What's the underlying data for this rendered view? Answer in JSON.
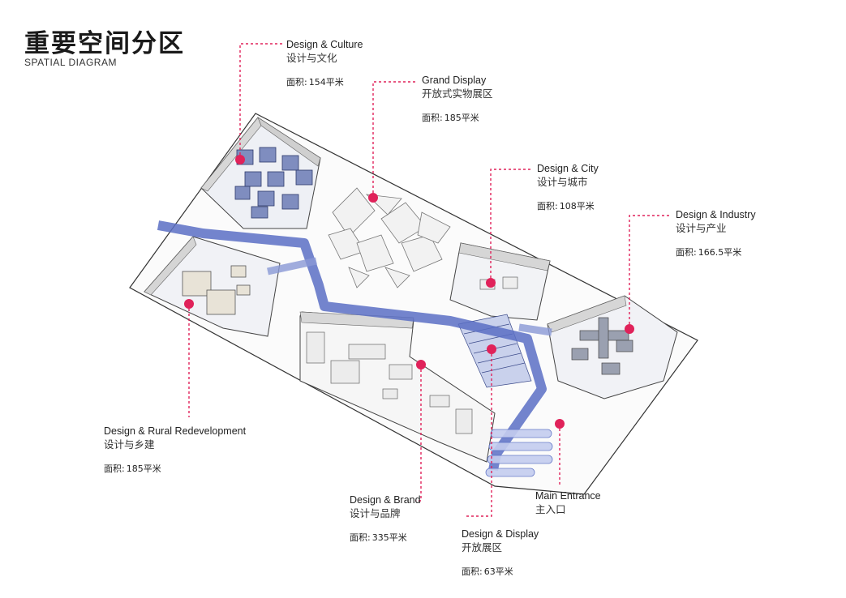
{
  "header": {
    "title": "重要空间分区",
    "subtitle": "SPATIAL DIAGRAM"
  },
  "colors": {
    "accent": "#e0225a",
    "path": "#5a6fc4",
    "wall": "#dcdcdc",
    "module": "#7f8dbf"
  },
  "area_label": "面积:",
  "zones": [
    {
      "id": "design-culture",
      "name_en": "Design & Culture",
      "name_cn": "设计与文化",
      "area": "154平米"
    },
    {
      "id": "grand-display",
      "name_en": "Grand Display",
      "name_cn": "开放式实物展区",
      "area": "185平米"
    },
    {
      "id": "design-city",
      "name_en": "Design & City",
      "name_cn": "设计与城市",
      "area": "108平米"
    },
    {
      "id": "design-industry",
      "name_en": "Design & Industry",
      "name_cn": "设计与产业",
      "area": "166.5平米"
    },
    {
      "id": "design-rural",
      "name_en": "Design & Rural Redevelopment",
      "name_cn": "设计与乡建",
      "area": "185平米"
    },
    {
      "id": "design-brand",
      "name_en": "Design & Brand",
      "name_cn": "设计与品牌",
      "area": "335平米"
    },
    {
      "id": "main-entrance",
      "name_en": "Main Entrance",
      "name_cn": "主入口",
      "area": ""
    },
    {
      "id": "design-display",
      "name_en": "Design & Display",
      "name_cn": "开放展区",
      "area": "63平米"
    }
  ]
}
